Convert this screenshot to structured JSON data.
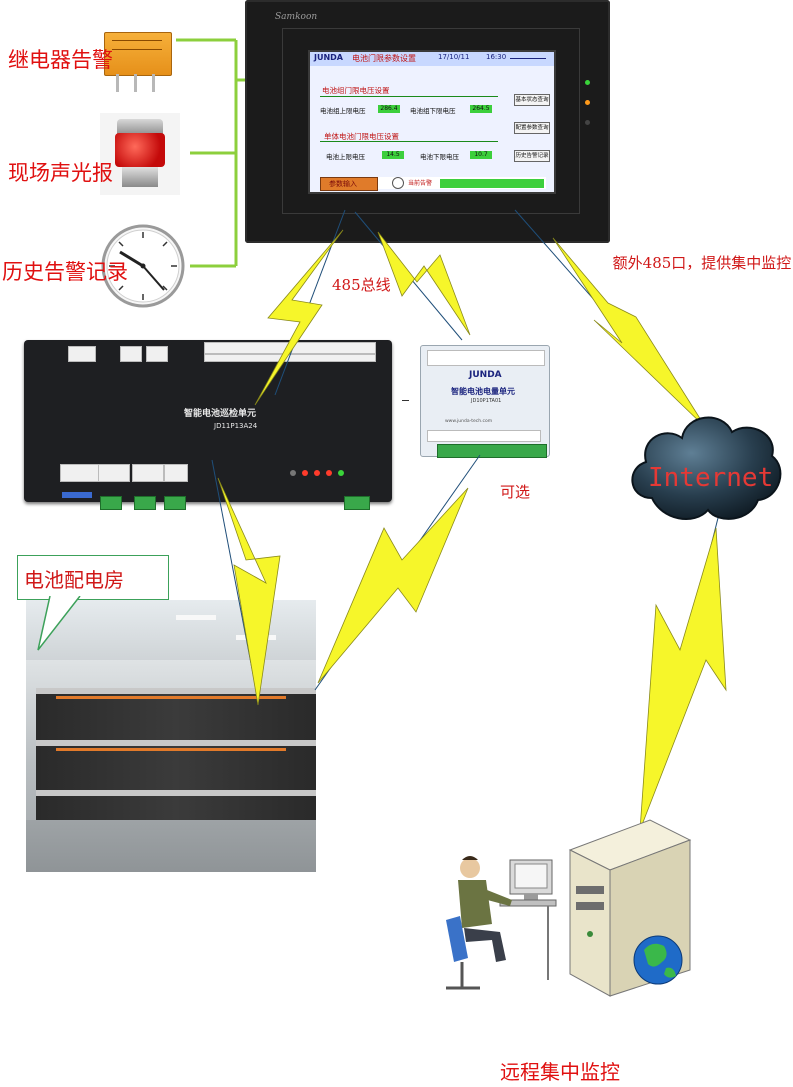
{
  "labels": {
    "relay_alarm": "继电器告警",
    "sound_light_alarm": "现场声光报",
    "history_alarm_record": "历史告警记录",
    "bus_485": "485总线",
    "extra_485": "额外485口，提供集中监控",
    "optional": "可选",
    "battery_room": "电池配电房",
    "internet": "Internet",
    "remote_monitoring": "远程集中监控"
  },
  "hmi": {
    "brand": "Samkoon",
    "logo": "JUNDA",
    "title": "电池门限参数设置",
    "date": "17/10/11",
    "time": "16:30",
    "section1": "电池组门限电压设置",
    "group_upper_label": "电池组上限电压",
    "group_upper_value": "286.4",
    "group_lower_label": "电池组下限电压",
    "group_lower_value": "264.5",
    "section2": "单体电池门限电压设置",
    "cell_upper_label": "电池上限电压",
    "cell_upper_value": "14.5",
    "cell_lower_label": "电池下限电压",
    "cell_lower_value": "10.7",
    "button_basic": "基本状态查询",
    "button_config": "配置参数查询",
    "button_history": "历史告警记录",
    "bottom_tab": "参数输入",
    "bottom_alarm": "当前告警"
  },
  "main_unit": {
    "title": "智能电池巡检单元",
    "model": "JD11P13A24"
  },
  "aux_unit": {
    "logo": "JUNDA",
    "title": "智能电池电量单元",
    "model": "JD10P1TA01",
    "url": "www.junda-tech.com"
  },
  "colors": {
    "lightning_fill": "#f6f62a",
    "lightning_stroke": "#1f4e79",
    "connector_green": "#8ccf3c",
    "label_red": "#e01010"
  }
}
